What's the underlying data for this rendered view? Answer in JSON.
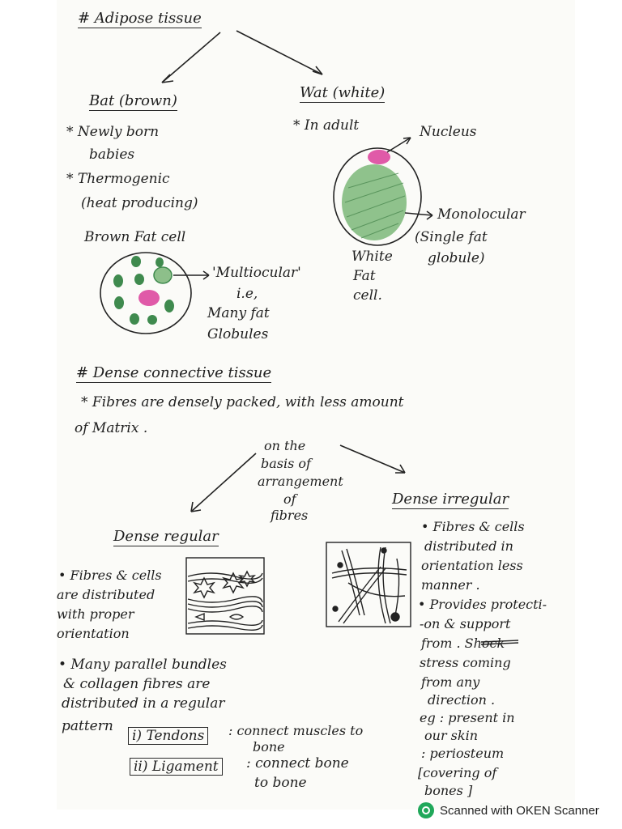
{
  "adipose": {
    "title": "# Adipose tissue",
    "bat": {
      "heading": "Bat (brown)",
      "point1_line1": "* Newly born",
      "point1_line2": "babies",
      "point2_line1": "* Thermogenic",
      "point2_line2": "(heat producing)",
      "cell_label": "Brown Fat cell",
      "multi_line1": "'Multiocular'",
      "multi_line2": "i.e,",
      "multi_line3": "Many fat",
      "multi_line4": "Globules"
    },
    "wat": {
      "heading": "Wat (white)",
      "point1": "* In adult",
      "nucleus": "Nucleus",
      "mono_line1": "Monolocular",
      "mono_line2": "(Single fat",
      "mono_line3": "globule)",
      "cell_line1": "White",
      "cell_line2": "Fat",
      "cell_line3": "cell."
    }
  },
  "dense": {
    "title": "# Dense connective tissue",
    "desc_line1": "* Fibres are densely packed, with less amount",
    "desc_line2": "of Matrix .",
    "basis_line1": "on the",
    "basis_line2": "basis of",
    "basis_line3": "arrangement",
    "basis_line4": "of",
    "basis_line5": "fibres",
    "regular": {
      "heading": "Dense regular",
      "p1_line1": "• Fibres & cells",
      "p1_line2": "are distributed",
      "p1_line3": "with proper",
      "p1_line4": "orientation",
      "p2_line1": "• Many parallel bundles",
      "p2_line2": "& collagen fibres are",
      "p2_line3": "distributed in a regular",
      "p2_line4": "pattern",
      "tendons": "i) Tendons",
      "tendons_desc1": ": connect muscles to",
      "tendons_desc2": "bone",
      "ligament": "ii) Ligament",
      "ligament_desc1": ": connect bone",
      "ligament_desc2": "to bone"
    },
    "irregular": {
      "heading": "Dense irregular",
      "p1_line1": "• Fibres & cells",
      "p1_line2": "distributed in",
      "p1_line3": "orientation less",
      "p1_line4": "manner .",
      "p2_line1": "• Provides protecti-",
      "p2_line2": "-on & support",
      "p2_line3": "from .",
      "p2_struck": "Shock",
      "p2_line4": "stress coming",
      "p2_line5": "from any",
      "p2_line6": "direction .",
      "eg_line1": "eg : present in",
      "eg_line2": "our skin",
      "eg_line3": ": periosteum",
      "eg_line4": "[covering of",
      "eg_line5": "bones ]"
    }
  },
  "footer": {
    "scanner": "Scanned with OKEN Scanner"
  },
  "colors": {
    "ink": "#1f1f1f",
    "fat_green": "#3f8a4e",
    "nucleus_pink": "#e05aa8"
  }
}
